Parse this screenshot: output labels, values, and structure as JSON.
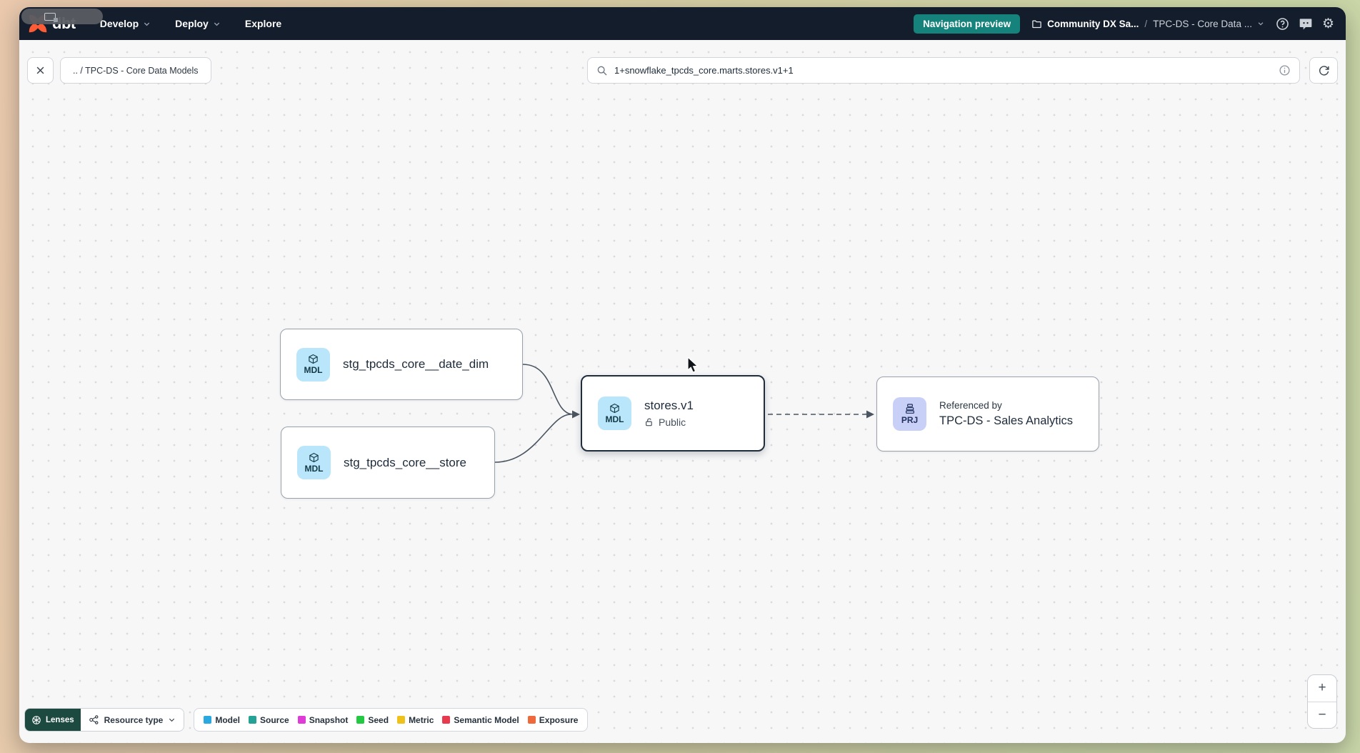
{
  "navbar": {
    "logo_text": "dbt",
    "menu": [
      {
        "label": "Develop"
      },
      {
        "label": "Deploy"
      },
      {
        "label": "Explore"
      }
    ],
    "preview_badge": "Navigation preview",
    "breadcrumb": {
      "account": "Community DX Sa...",
      "separator": "/",
      "project": "TPC-DS - Core Data ..."
    }
  },
  "toolbar": {
    "path_chip": ".. / TPC-DS - Core Data Models",
    "search_value": "1+snowflake_tpcds_core.marts.stores.v1+1"
  },
  "canvas": {
    "nodes": [
      {
        "badge": "MDL",
        "label": "stg_tpcds_core__date_dim"
      },
      {
        "badge": "MDL",
        "label": "stg_tpcds_core__store"
      },
      {
        "badge": "MDL",
        "label": "stores.v1",
        "access": "Public"
      },
      {
        "badge": "PRJ",
        "sublabel": "Referenced by",
        "label": "TPC-DS - Sales Analytics"
      }
    ]
  },
  "footer": {
    "lenses_label": "Lenses",
    "resource_type_label": "Resource type",
    "legend": [
      {
        "label": "Model",
        "color": "#2aa9e0"
      },
      {
        "label": "Source",
        "color": "#23a295"
      },
      {
        "label": "Snapshot",
        "color": "#df3bd6"
      },
      {
        "label": "Seed",
        "color": "#23c943"
      },
      {
        "label": "Metric",
        "color": "#efc21b"
      },
      {
        "label": "Semantic Model",
        "color": "#e73a4f"
      },
      {
        "label": "Exposure",
        "color": "#ee6a3c"
      }
    ],
    "zoom_in": "+",
    "zoom_out": "−"
  },
  "icons": {
    "close": "✕",
    "gear": "⚙"
  },
  "colors": {
    "navbar_bg": "#141d2b",
    "accent_teal": "#15827b",
    "lenses_green": "#1d4a40",
    "mdl_badge_bg": "#b9e6fb",
    "prj_badge_bg": "#c9d0f7",
    "selected_border": "#1f2d3d"
  }
}
